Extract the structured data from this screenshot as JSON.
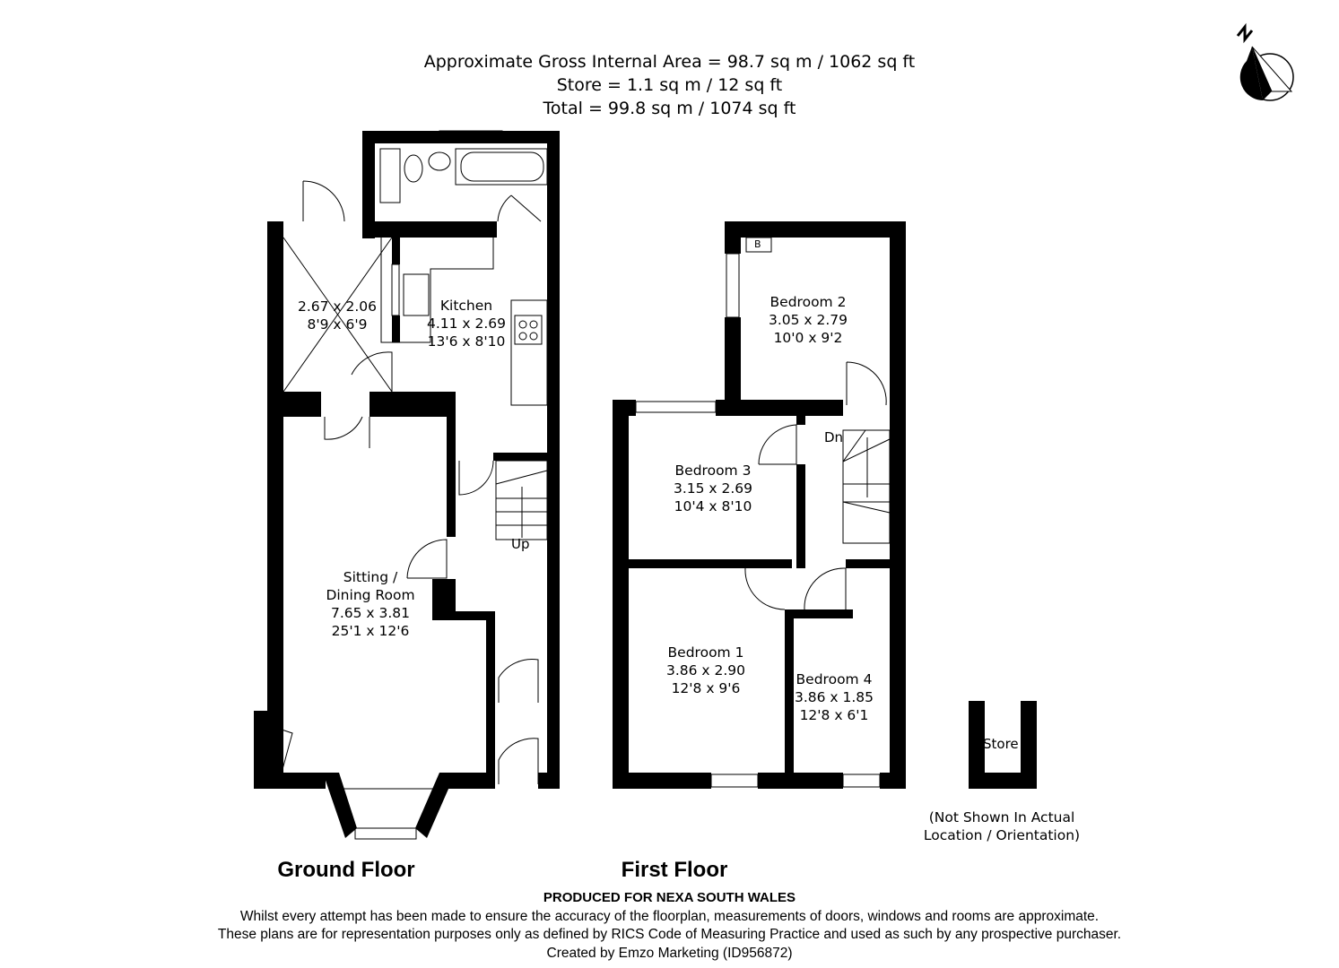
{
  "header": {
    "gross_area": "Approximate Gross Internal Area = 98.7 sq m / 1062 sq ft",
    "store_area": "Store = 1.1 sq m / 12 sq ft",
    "total_area": "Total = 99.8 sq m / 1074 sq ft"
  },
  "compass": {
    "label": "N",
    "icon": "north-arrow-icon"
  },
  "ground_floor": {
    "title": "Ground Floor",
    "rooms": [
      {
        "name": "",
        "metric": "2.67 x 2.06",
        "imperial": "8'9 x 6'9"
      },
      {
        "name": "Kitchen",
        "metric": "4.11 x 2.69",
        "imperial": "13'6 x 8'10"
      },
      {
        "name_line1": "Sitting /",
        "name_line2": "Dining Room",
        "metric": "7.65 x 3.81",
        "imperial": "25'1 x 12'6"
      }
    ],
    "stairs_label": "Up"
  },
  "first_floor": {
    "title": "First Floor",
    "rooms": [
      {
        "name": "Bedroom 2",
        "metric": "3.05 x 2.79",
        "imperial": "10'0 x 9'2"
      },
      {
        "name": "Bedroom 3",
        "metric": "3.15 x 2.69",
        "imperial": "10'4 x 8'10"
      },
      {
        "name": "Bedroom 1",
        "metric": "3.86 x 2.90",
        "imperial": "12'8 x 9'6"
      },
      {
        "name": "Bedroom 4",
        "metric": "3.86 x 1.85",
        "imperial": "12'8 x 6'1"
      }
    ],
    "stairs_label": "Dn",
    "boiler_label": "B"
  },
  "store": {
    "name": "Store",
    "note_line1": "(Not Shown In Actual",
    "note_line2": "Location / Orientation)"
  },
  "footer": {
    "produced_for": "PRODUCED FOR NEXA SOUTH WALES",
    "disclaimer1": "Whilst every attempt has been made to ensure the accuracy of the floorplan, measurements of doors, windows and rooms are approximate.",
    "disclaimer2": "These plans are for representation purposes only as defined by RICS Code of Measuring Practice and used as such by any prospective purchaser.",
    "credit": "Created by Emzo Marketing (ID956872)"
  }
}
